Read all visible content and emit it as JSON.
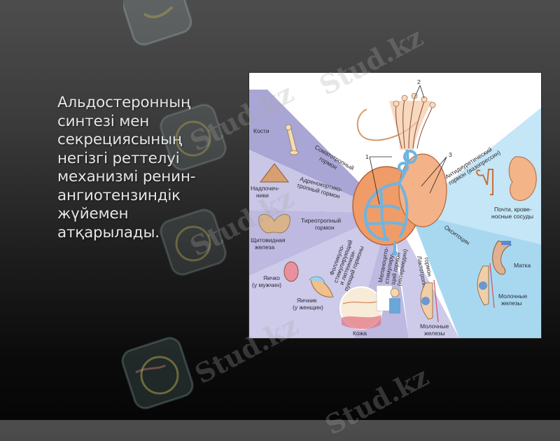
{
  "slide": {
    "text_lines": [
      "Альдостеронның",
      "синтезі мен",
      "секрециясының",
      "негізгі реттелуі",
      "механизмі ренин-",
      "ангиотензиндік",
      "жүйемен",
      "атқарылады."
    ]
  },
  "figure": {
    "callouts": {
      "n1": "1",
      "n2": "2",
      "n3": "3"
    },
    "left_sectors": [
      {
        "hormone": [
          "Соматотропный",
          "гормон"
        ],
        "target": [
          "Кости"
        ]
      },
      {
        "hormone": [
          "Адренокортико-",
          "тропный гормон"
        ],
        "target": [
          "Надпочеч-",
          "ники"
        ]
      },
      {
        "hormone": [
          "Тиреотропный",
          "гормон"
        ],
        "target": [
          "Щитовидная",
          "железа"
        ]
      },
      {
        "hormone": [
          "Фолликуло-",
          "стимулирующий",
          "и лютеинизи-",
          "рующий гормоны"
        ],
        "target_m": [
          "Яичко",
          "(у мужчин)"
        ],
        "target_f": [
          "Яичник",
          "(у женщин)"
        ]
      },
      {
        "hormone": [
          "Меланоцито-",
          "стимулиру-",
          "щий гормон",
          "(интермедин)"
        ],
        "target": [
          "Кожа"
        ]
      },
      {
        "hormone": [
          "Лактотропный",
          "гормон"
        ],
        "target": [
          "Молочные",
          "железы"
        ]
      }
    ],
    "right_sectors": [
      {
        "hormone": [
          "Антидиуретический",
          "гормон (вазопрессин)"
        ],
        "target": [
          "Почти, крове-",
          "носные сосуды"
        ]
      },
      {
        "hormone": [
          "Окситоцин"
        ],
        "target_1": [
          "Матка"
        ],
        "target_2": [
          "Молочные",
          "железы"
        ]
      }
    ],
    "colors": {
      "left_sector_dark": "#a9a5d4",
      "left_sector_light": "#c9c6e6",
      "right_sector": "#a8d8f0",
      "gland": "#f0a070",
      "vessels": "#6fb4e0"
    }
  },
  "watermarks": {
    "site": "Stud.kz",
    "site_long": "Stud.kz - Stud.kz"
  }
}
